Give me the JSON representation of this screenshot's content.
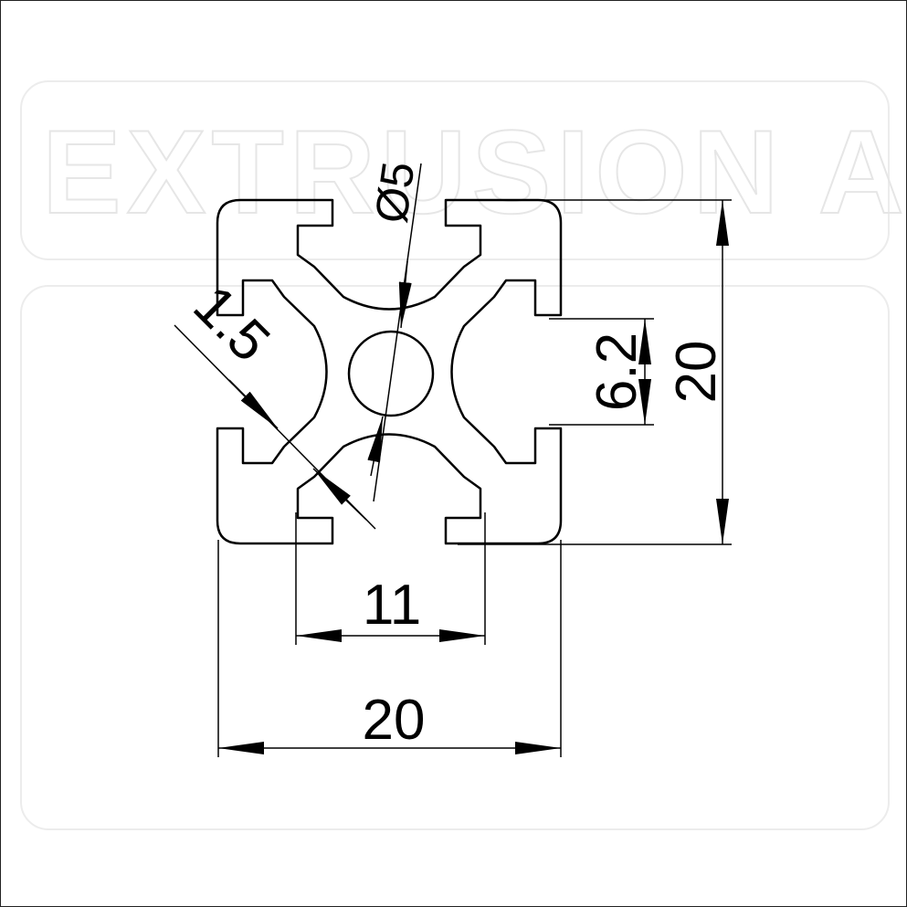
{
  "watermark": "EXTRUSION AND",
  "dimensions": {
    "width_overall": "20",
    "height_overall": "20",
    "slot_outer_width": "11",
    "slot_opening": "6.2",
    "center_bore": "Ø5",
    "wall_thickness": "1.5"
  },
  "colors": {
    "line": "#000000",
    "watermark": "#e6e6e6"
  }
}
